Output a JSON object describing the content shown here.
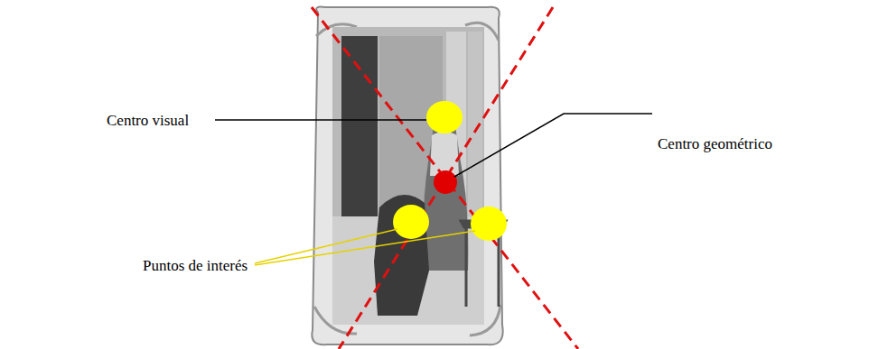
{
  "diagram": {
    "labels": [
      "Centro visual",
      "Centro geométrico",
      "Puntos de interés"
    ]
  }
}
